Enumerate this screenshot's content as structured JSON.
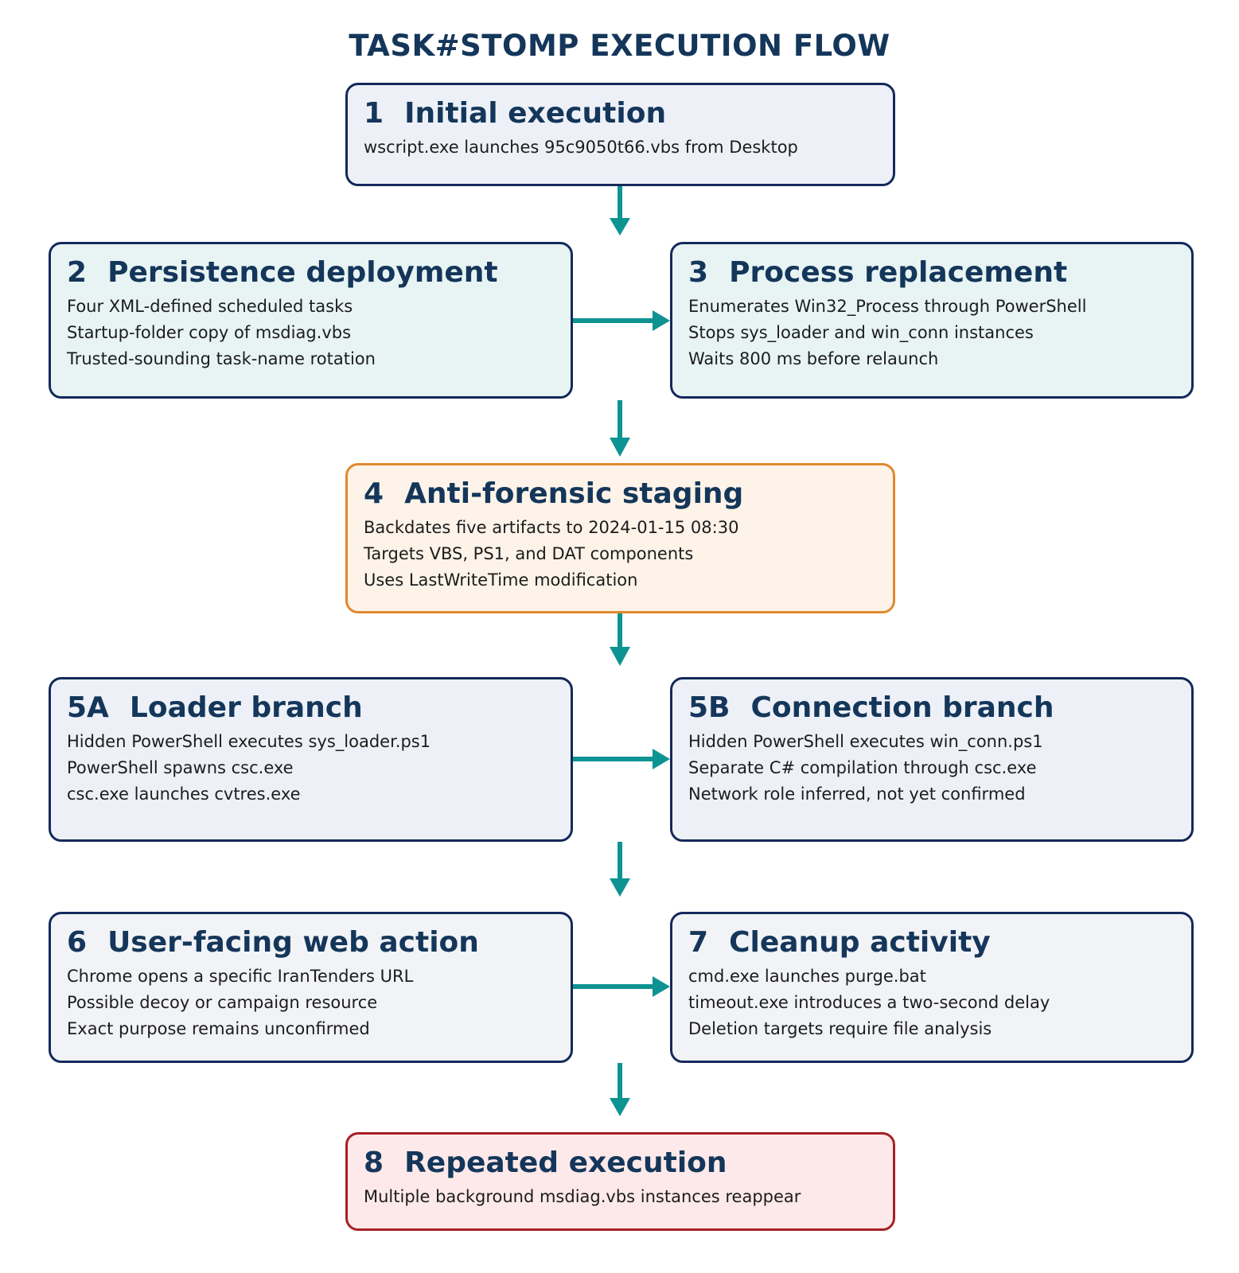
{
  "title": "TASK#STOMP EXECUTION FLOW",
  "colors": {
    "border_default": "#14295a",
    "arrow": "#0e9393",
    "heading": "#14365a",
    "fill_blue": "#edf1f7",
    "fill_teal": "#e8f4f4",
    "fill_orange": "#fdf3e8",
    "border_orange": "#df8a2e",
    "fill_gray": "#f1f3f6",
    "fill_red": "#fde9e9",
    "border_red": "#a81f24"
  },
  "nodes": {
    "n1": {
      "num": "1",
      "title": "Initial execution",
      "lines": [
        "wscript.exe launches 95c9050t66.vbs from Desktop"
      ]
    },
    "n2": {
      "num": "2",
      "title": "Persistence deployment",
      "lines": [
        "Four XML-defined scheduled tasks",
        "Startup-folder copy of msdiag.vbs",
        "Trusted-sounding task-name rotation"
      ]
    },
    "n3": {
      "num": "3",
      "title": "Process replacement",
      "lines": [
        "Enumerates Win32_Process through PowerShell",
        "Stops sys_loader and win_conn instances",
        "Waits 800 ms before relaunch"
      ]
    },
    "n4": {
      "num": "4",
      "title": "Anti-forensic staging",
      "lines": [
        "Backdates five artifacts to 2024-01-15 08:30",
        "Targets VBS, PS1, and DAT components",
        "Uses LastWriteTime modification"
      ]
    },
    "n5a": {
      "num": "5A",
      "title": "Loader branch",
      "lines": [
        "Hidden PowerShell executes sys_loader.ps1",
        "PowerShell spawns csc.exe",
        "csc.exe launches cvtres.exe"
      ]
    },
    "n5b": {
      "num": "5B",
      "title": "Connection branch",
      "lines": [
        "Hidden PowerShell executes win_conn.ps1",
        "Separate C# compilation through csc.exe",
        "Network role inferred, not yet confirmed"
      ]
    },
    "n6": {
      "num": "6",
      "title": "User-facing web action",
      "lines": [
        "Chrome opens a specific IranTenders URL",
        "Possible decoy or campaign resource",
        "Exact purpose remains unconfirmed"
      ]
    },
    "n7": {
      "num": "7",
      "title": "Cleanup activity",
      "lines": [
        "cmd.exe launches purge.bat",
        "timeout.exe introduces a two-second delay",
        "Deletion targets require file analysis"
      ]
    },
    "n8": {
      "num": "8",
      "title": "Repeated execution",
      "lines": [
        "Multiple background msdiag.vbs instances reappear"
      ]
    }
  },
  "edges": [
    {
      "from": "1",
      "to": "2-3 row"
    },
    {
      "from": "2",
      "to": "3"
    },
    {
      "from": "2-3 row",
      "to": "4"
    },
    {
      "from": "4",
      "to": "5A-5B row"
    },
    {
      "from": "5A",
      "to": "5B"
    },
    {
      "from": "5A-5B row",
      "to": "6-7 row"
    },
    {
      "from": "6",
      "to": "7"
    },
    {
      "from": "6-7 row",
      "to": "8"
    }
  ]
}
